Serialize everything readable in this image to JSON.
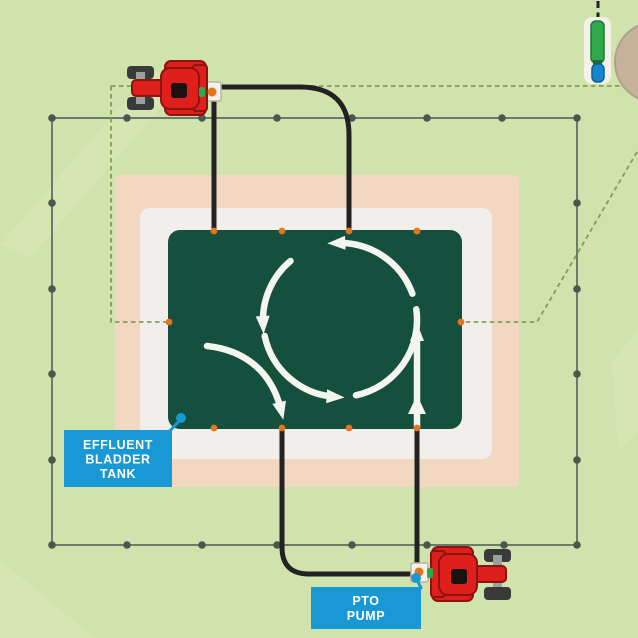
{
  "scene": {
    "description": "Farm effluent system aerial diagram",
    "labels": {
      "tank_label": {
        "line1": "EFFLUENT",
        "line2": "BLADDER",
        "line3": "TANK"
      },
      "pump_label": {
        "line1": "PTO",
        "line2": "PUMP"
      }
    },
    "components": {
      "tank": "effluent-bladder-tank",
      "tank_liner_pad": "white-liner-pad",
      "buffer_area": "sand-buffer-area",
      "fence": "perimeter-fence",
      "tractor_top": "tractor-filling-tank",
      "tractor_bottom": "tractor-driving-pto-pump",
      "pump_connector": "pto-pump-connector",
      "hydrant": "pipe-riser-hydrant",
      "tree": "tree",
      "hoses": "black-delivery-hoses",
      "dashed_routes": "optional-pipe-routes",
      "circulation": "tank-mixing-arrows"
    },
    "counts": {
      "fence_posts": 24,
      "tank_ports": 10,
      "hoses": 4,
      "mixing_arc_arrows": 4
    },
    "flow": {
      "mixing_direction": "counterclockwise",
      "inlet_arrow": "bottom-right-port-upward",
      "outlet_arrow": "left-curved-to-bottom-port"
    }
  },
  "colors": {
    "bg": "#d0e3ac",
    "streak": "#e9f3cd",
    "buffer": "#f3d8c1",
    "pad": "#f1eeeb",
    "tank": "#15503e",
    "fence": "#5d7163",
    "post": "#49584d",
    "dash": "#7fa152",
    "hose": "#222222",
    "arrow": "#f3f5ee",
    "port": "#e5741f",
    "red": "#df1f1b",
    "reddk": "#8c1410",
    "tire": "#3a3a3a",
    "axle": "#98a29e",
    "plate": "#f5f1e8",
    "plateb": "#bdb3a2",
    "labelbg": "#1899d6",
    "labeltx": "#ffffff",
    "hydg": "#2fa84c",
    "hydb": "#1787cd",
    "tree": "#c6b29a",
    "treeb": "#b1a08a"
  }
}
